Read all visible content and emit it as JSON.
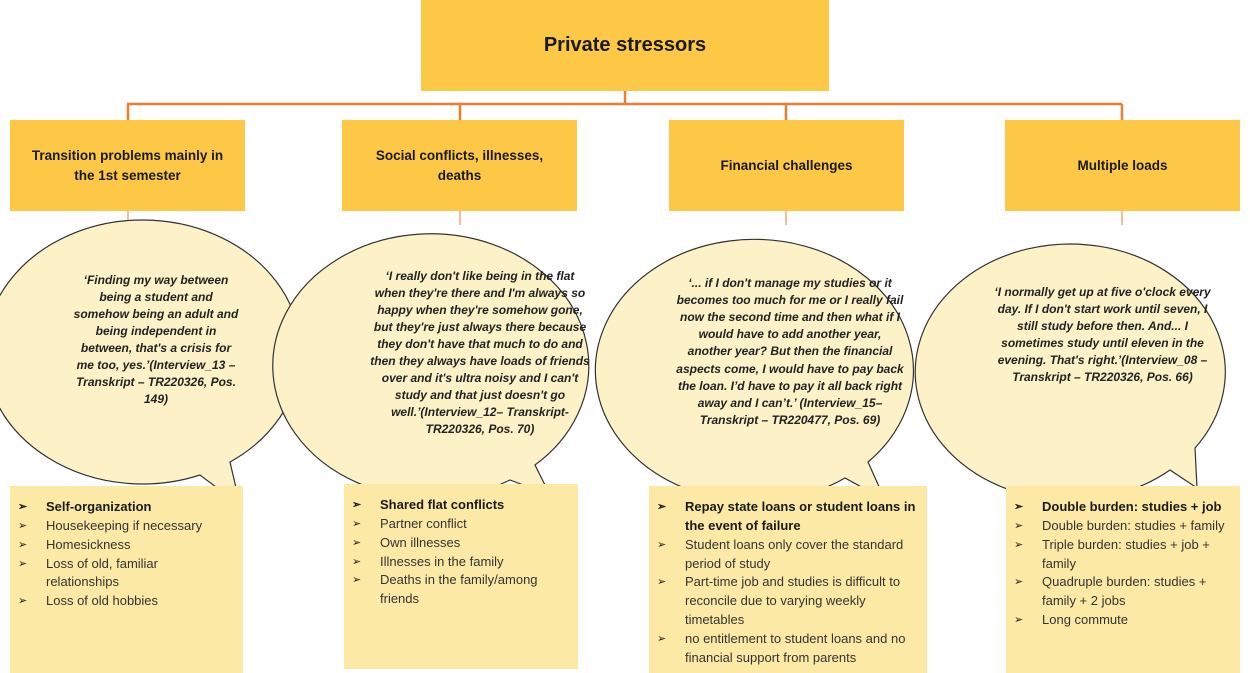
{
  "title": "Private stressors",
  "colors": {
    "header_fill": "#fcc845",
    "connector": "#ed7d31",
    "bubble_fill": "#fdf1c8",
    "list_fill": "#fde9a6"
  },
  "bullet_icon": "➢",
  "columns": [
    {
      "category": "Transition problems mainly in the 1st semester",
      "quote": "‘Finding my way between being a student and somehow being an adult and being independent in between, that's a crisis for me too, yes.’(Interview_13 – Transkript – TR220326, Pos. 149)",
      "items": [
        "Self-organization",
        "Housekeeping if necessary",
        "Homesickness",
        "Loss of old, familiar relationships",
        "Loss of old hobbies"
      ]
    },
    {
      "category": "Social conflicts, illnesses, deaths",
      "quote": "‘I really don't like being in the flat when they're there and I'm always so happy when they're somehow gone, but they're just always there because they don't have that much to do and then they always have loads of friends over and it's ultra noisy and I can't study and that just doesn't go well.’(Interview_12– Transkript- TR220326, Pos. 70)",
      "items": [
        "Shared flat conflicts",
        "Partner conflict",
        "Own illnesses",
        "Illnesses in the family",
        "Deaths in the family/among friends"
      ]
    },
    {
      "category": "Financial challenges",
      "quote": "‘... if I don't manage my studies or it becomes too much for me or I really fail now the second time and then what if I would have to add another year, another year? But then the financial aspects come, I would have to pay back the loan. I’d have to pay it all back right away and I can’t.’ (Interview_15– Transkript – TR220477, Pos. 69)",
      "items": [
        "Repay state loans or student loans in the event of failure",
        "Student loans only cover the standard period of study",
        "Part-time job and studies is difficult to reconcile due to varying weekly timetables",
        "no entitlement to student loans and no financial support from parents"
      ]
    },
    {
      "category": "Multiple loads",
      "quote": "‘I normally get up at five o'clock every day. If I don't start work until seven, I still study before then. And... I sometimes study until eleven in the evening. That's right.’(Interview_08 – Transkript – TR220326, Pos. 66)",
      "items": [
        "Double burden: studies + job",
        "Double burden: studies + family",
        "Triple burden: studies + job + family",
        "Quadruple burden: studies + family + 2 jobs",
        "Long commute"
      ]
    }
  ]
}
